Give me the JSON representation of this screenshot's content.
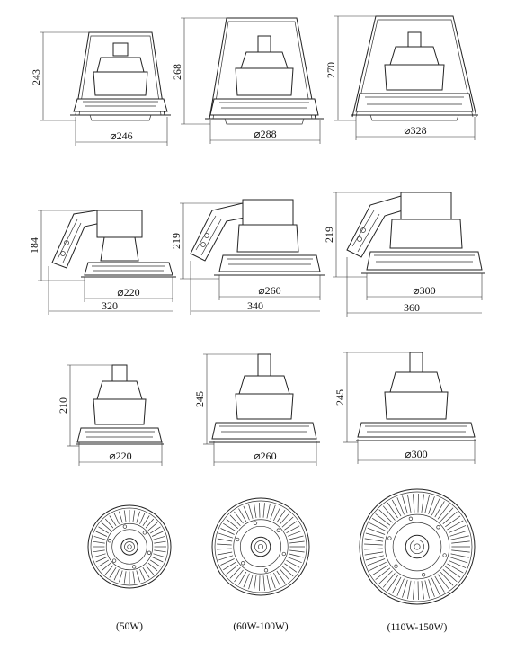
{
  "row1": [
    {
      "height_label": "243",
      "diameter_label": "⌀246"
    },
    {
      "height_label": "268",
      "diameter_label": "⌀288"
    },
    {
      "height_label": "270",
      "diameter_label": "⌀328"
    }
  ],
  "row2": [
    {
      "height_label": "184",
      "diameter_label": "⌀220",
      "width_label": "320"
    },
    {
      "height_label": "219",
      "diameter_label": "⌀260",
      "width_label": "340"
    },
    {
      "height_label": "219",
      "diameter_label": "⌀300",
      "width_label": "360"
    }
  ],
  "row3": [
    {
      "height_label": "210",
      "diameter_label": "⌀220"
    },
    {
      "height_label": "245",
      "diameter_label": "⌀260"
    },
    {
      "height_label": "245",
      "diameter_label": "⌀300"
    }
  ],
  "row4": [
    {
      "caption": "(50W)"
    },
    {
      "caption": "(60W-100W)"
    },
    {
      "caption": "(110W-150W)"
    }
  ]
}
